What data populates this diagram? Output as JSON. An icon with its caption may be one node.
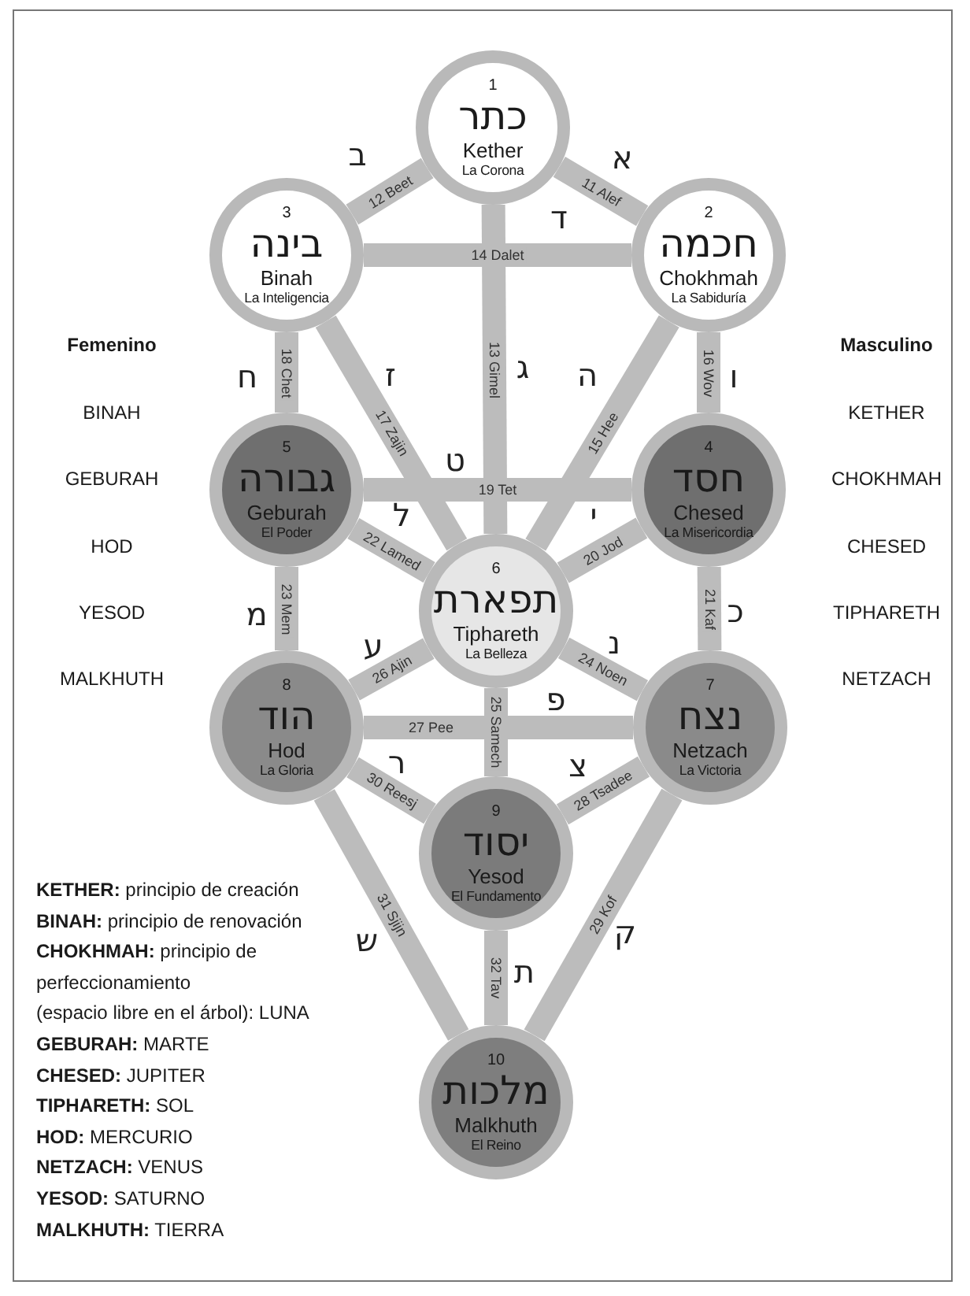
{
  "diagram": {
    "nodes": [
      {
        "text": [
          "1",
          "כתר",
          "Kether",
          "La Corona"
        ]
      },
      {
        "text": [
          "2",
          "חכמה",
          "Chokhmah",
          "La Sabiduría"
        ]
      },
      {
        "text": [
          "3",
          "בינה",
          "Binah",
          "La Inteligencia"
        ]
      },
      {
        "text": [
          "4",
          "חסד",
          "Chesed",
          "La Misericordia"
        ]
      },
      {
        "text": [
          "5",
          "גבורה",
          "Geburah",
          "El Poder"
        ]
      },
      {
        "text": [
          "6",
          "תפארת",
          "Tiphareth",
          "La Belleza"
        ]
      },
      {
        "text": [
          "7",
          "נצח",
          "Netzach",
          "La Victoria"
        ]
      },
      {
        "text": [
          "8",
          "הוד",
          "Hod",
          "La Gloria"
        ]
      },
      {
        "text": [
          "9",
          "יסוד",
          "Yesod",
          "El Fundamento"
        ]
      },
      {
        "text": [
          "10",
          "מלכות",
          "Malkhuth",
          "El Reino"
        ]
      }
    ],
    "edges": [
      {
        "from": 0,
        "to": 1,
        "arrow": "none",
        "label": "11 Alef"
      },
      {
        "from": 0,
        "to": 2,
        "arrow": "none",
        "label": "12 Beet"
      },
      {
        "from": 0,
        "to": 5,
        "arrow": "none",
        "label": "13 Gimel"
      },
      {
        "from": 2,
        "to": 1,
        "arrow": "none",
        "label": "14 Dalet"
      },
      {
        "from": 1,
        "to": 5,
        "arrow": "none",
        "label": "15 Hee"
      },
      {
        "from": 1,
        "to": 3,
        "arrow": "none",
        "label": "16 Wov"
      },
      {
        "from": 2,
        "to": 5,
        "arrow": "none",
        "label": "17 Zajin"
      },
      {
        "from": 2,
        "to": 4,
        "arrow": "none",
        "label": "18 Chet"
      },
      {
        "from": 4,
        "to": 3,
        "arrow": "none",
        "label": "19 Tet"
      },
      {
        "from": 3,
        "to": 5,
        "arrow": "none",
        "label": "20 Jod"
      },
      {
        "from": 3,
        "to": 6,
        "arrow": "none",
        "label": "21 Kaf"
      },
      {
        "from": 4,
        "to": 5,
        "arrow": "none",
        "label": "22 Lamed"
      },
      {
        "from": 4,
        "to": 7,
        "arrow": "none",
        "label": "23 Mem"
      },
      {
        "from": 5,
        "to": 6,
        "arrow": "none",
        "label": "24 Noen"
      },
      {
        "from": 5,
        "to": 8,
        "arrow": "none",
        "label": "25 Samech"
      },
      {
        "from": 7,
        "to": 5,
        "arrow": "none",
        "label": "26 Ajin"
      },
      {
        "from": 7,
        "to": 6,
        "arrow": "none",
        "label": "27 Pee"
      },
      {
        "from": 8,
        "to": 6,
        "arrow": "none",
        "label": "28 Tsadee"
      },
      {
        "from": 6,
        "to": 9,
        "arrow": "none",
        "label": "29 Kof"
      },
      {
        "from": 7,
        "to": 8,
        "arrow": "none",
        "label": "30 Reesj"
      },
      {
        "from": 7,
        "to": 9,
        "arrow": "none",
        "label": "31 Sjijn"
      },
      {
        "from": 8,
        "to": 9,
        "arrow": "none",
        "label": "32 Tav"
      }
    ],
    "labels": [
      "ב",
      "א",
      "ד",
      "ח",
      "ז",
      "ג",
      "ה",
      "ו",
      "ט",
      "ל",
      "י",
      "מ",
      "כ",
      "ע",
      "נ",
      "פ",
      "ר",
      "צ",
      "ש",
      "ק",
      "ת",
      "Femenino",
      "Masculino",
      "BINAH",
      "KETHER",
      "GEBURAH",
      "CHOKHMAH",
      "HOD",
      "CHESED",
      "YESOD",
      "TIPHARETH",
      "MALKHUTH",
      "NETZACH",
      "**KETHER:** principio de creación",
      "**BINAH:** principio de renovación",
      "**CHOKHMAH:** principio de perfeccionamiento",
      "(espacio libre en el árbol): LUNA",
      "**GEBURAH:** MARTE",
      "**CHESED:** JUPITER",
      "**TIPHARETH:** SOL",
      "**HOD:** MERCURIO",
      "**NETZACH:** VENUS",
      "**YESOD:** SATURNO",
      "**MALKHUTH:** TIERRA"
    ]
  }
}
